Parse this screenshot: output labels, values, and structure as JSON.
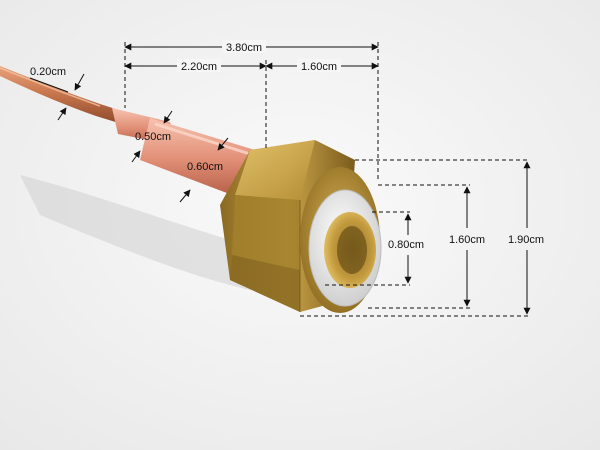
{
  "photo": {
    "subject": "copper capillary tube with brass flare nut and white plastic insert",
    "colors": {
      "background": "#f1f1f1",
      "copper": "#c9784e",
      "copper_light": "#e9ad8c",
      "heat_shrink": "#e79a84",
      "brass": "#b58d33",
      "brass_light": "#e4c266",
      "brass_dark": "#6e5418",
      "insert": "#f2f2f2",
      "dimension_line": "#111111"
    }
  },
  "dimensions": {
    "overall_length": "3.80cm",
    "tube_length": "2.20cm",
    "nut_length": "1.60cm",
    "wire_diameter": "0.20cm",
    "sleeve_diameter": "0.50cm",
    "tube_diameter": "0.60cm",
    "bore_diameter": "0.80cm",
    "insert_diameter": "1.60cm",
    "nut_across_corners": "1.90cm"
  }
}
